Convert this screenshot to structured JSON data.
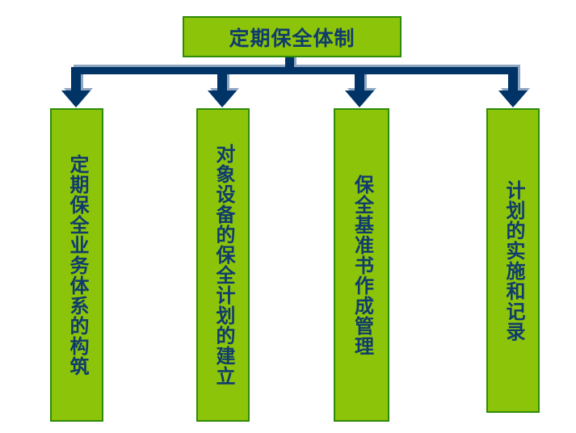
{
  "diagram": {
    "title": "定期保全体制",
    "root": {
      "label": "定期保全体制"
    },
    "branches": [
      {
        "label": "定期保全业务体系的构筑"
      },
      {
        "label": "对象设备的保全计划的建立"
      },
      {
        "label": "保全基准书作成管理"
      },
      {
        "label": "计划的实施和记录"
      }
    ]
  },
  "colors": {
    "box_fill": "#8cc40a",
    "box_border": "#2e8b06",
    "text_color": "#0f3c6d",
    "connector": "#003366",
    "connector_shadow": "#8fa6c3",
    "background": "#ffffff"
  }
}
